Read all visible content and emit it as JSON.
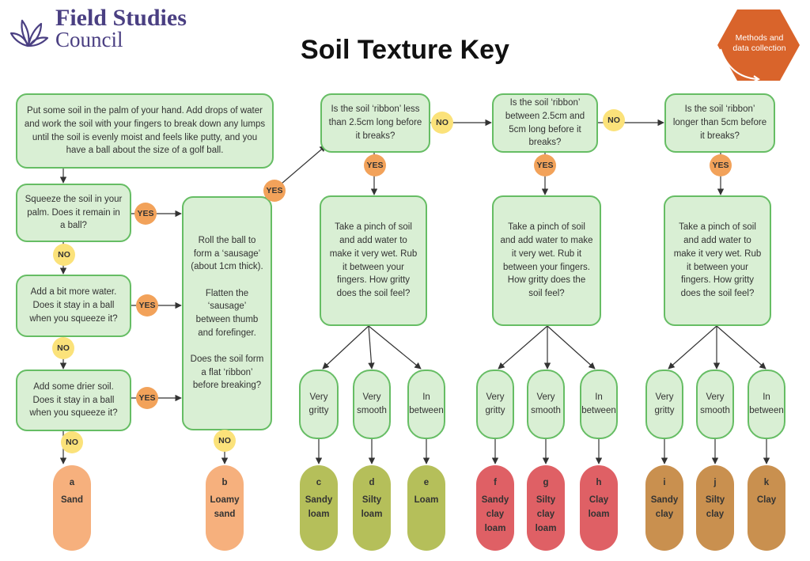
{
  "header": {
    "logo_line1": "Field Studies",
    "logo_line2": "Council",
    "title": "Soil Texture Key",
    "badge": "Methods and data collection",
    "logo_icon": "leaf-icon",
    "colors": {
      "logo": "#4a3f82",
      "badge": "#d9642b"
    }
  },
  "steps": {
    "start": "Put some soil in the palm of your hand. Add drops of water and work the soil with your fingers to break down any lumps until the soil is evenly moist and feels like putty, and you have a ball about the size of a golf ball.",
    "squeeze": "Squeeze the soil in your palm. Does it remain in a ball?",
    "more_water": "Add a bit more water. Does it stay in a ball when you squeeze it?",
    "drier_soil": "Add some drier soil. Does it stay in a ball when you squeeze it?",
    "roll": "Roll the ball to form a ‘sausage’ (about 1cm thick).\n\nFlatten the ‘sausage’ between thumb and forefinger.\n\nDoes the soil form a flat ‘ribbon’ before breaking?",
    "q1": "Is the soil ‘ribbon’ less than 2.5cm long before it breaks?",
    "q2": "Is the soil ‘ribbon’ between 2.5cm and 5cm long before it breaks?",
    "q3": "Is the soil ‘ribbon’ longer than 5cm before it breaks?",
    "pinch": "Take a pinch of soil and add water to make it very wet. Rub it between your fingers. How gritty does the soil feel?"
  },
  "choices": [
    "Very\ngritty",
    "Very\nsmooth",
    "In\nbetween"
  ],
  "labels": {
    "yes": "YES",
    "no": "NO"
  },
  "results": [
    {
      "letter": "a",
      "name": "Sand",
      "color": "#f6b07d"
    },
    {
      "letter": "b",
      "name": "Loamy\nsand",
      "color": "#f6b07d"
    },
    {
      "letter": "c",
      "name": "Sandy\nloam",
      "color": "#b5bf5a"
    },
    {
      "letter": "d",
      "name": "Silty\nloam",
      "color": "#b5bf5a"
    },
    {
      "letter": "e",
      "name": "Loam",
      "color": "#b5bf5a"
    },
    {
      "letter": "f",
      "name": "Sandy\nclay\nloam",
      "color": "#df6065"
    },
    {
      "letter": "g",
      "name": "Silty\nclay\nloam",
      "color": "#df6065"
    },
    {
      "letter": "h",
      "name": "Clay\nloam",
      "color": "#df6065"
    },
    {
      "letter": "i",
      "name": "Sandy\nclay",
      "color": "#c9904f"
    },
    {
      "letter": "j",
      "name": "Silty\nclay",
      "color": "#c9904f"
    },
    {
      "letter": "k",
      "name": "Clay",
      "color": "#c9904f"
    }
  ],
  "colors": {
    "box_fill": "#d9efd4",
    "box_border": "#66bd64",
    "yes_badge": "#f2a25a",
    "no_badge": "#fbe27a",
    "arrow": "#333333"
  }
}
